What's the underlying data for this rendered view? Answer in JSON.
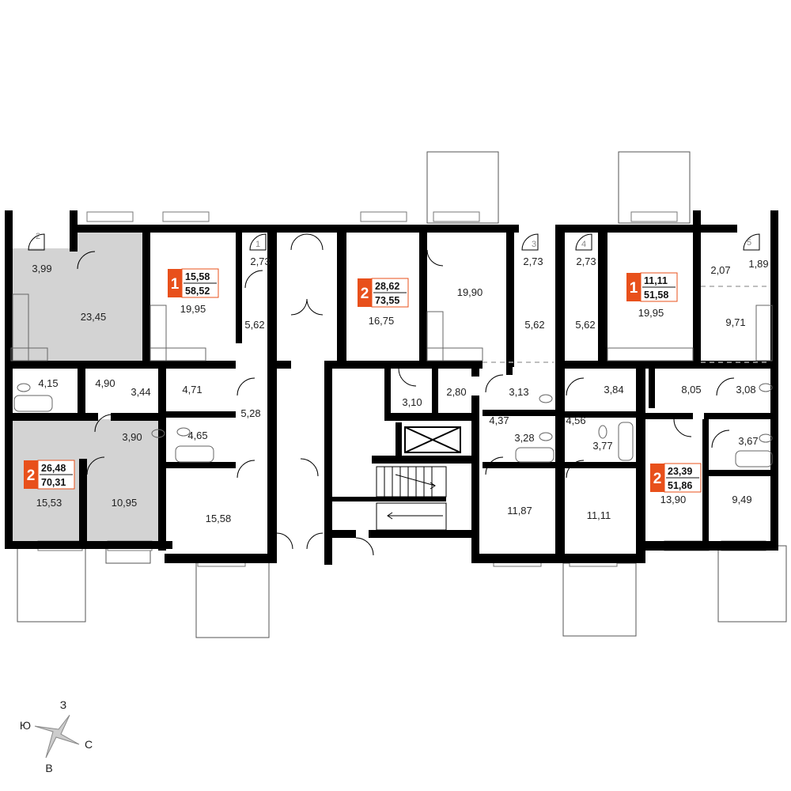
{
  "colors": {
    "wall": "#000000",
    "selected_fill": "#d3d3d3",
    "badge": "#e8501b",
    "fixture": "#666666",
    "divider": "#aaaaaa"
  },
  "apartments": [
    {
      "rooms": "2",
      "living": "26,48",
      "total": "70,31"
    },
    {
      "rooms": "1",
      "living": "15,58",
      "total": "58,52"
    },
    {
      "rooms": "2",
      "living": "28,62",
      "total": "73,55"
    },
    {
      "rooms": "1",
      "living": "11,11",
      "total": "51,58"
    },
    {
      "rooms": "2",
      "living": "23,39",
      "total": "51,86"
    }
  ],
  "door_numbers": [
    "2",
    "1",
    "3",
    "4",
    "5"
  ],
  "rooms": [
    "3,99",
    "23,45",
    "4,15",
    "4,90",
    "3,44",
    "3,90",
    "15,53",
    "10,95",
    "19,95",
    "2,73",
    "5,62",
    "4,71",
    "5,28",
    "4,65",
    "15,58",
    "16,75",
    "19,90",
    "2,73",
    "5,62",
    "3,10",
    "2,80",
    "3,13",
    "4,37",
    "3,28",
    "11,87",
    "2,73",
    "5,62",
    "19,95",
    "2,07",
    "1,89",
    "9,71",
    "3,84",
    "8,05",
    "3,08",
    "4,56",
    "3,77",
    "3,67",
    "11,11",
    "13,90",
    "9,49"
  ],
  "compass": {
    "north": "З",
    "west": "Ю",
    "east": "С",
    "south": "В"
  }
}
